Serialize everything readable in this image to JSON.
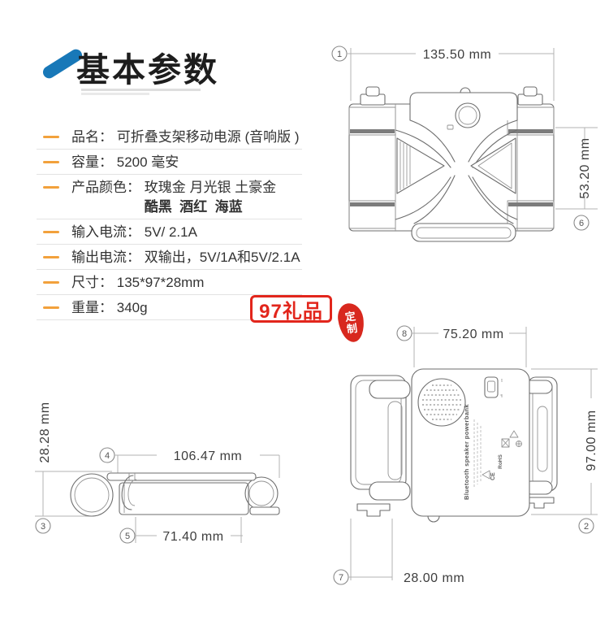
{
  "colors": {
    "accent_blue": "#1878b8",
    "bullet_orange": "#f2a13c",
    "watermark_red": "#e2261c",
    "drawing_gray": "#6e6e6e"
  },
  "header": {
    "title": "基本参数"
  },
  "specs": {
    "rows": [
      {
        "label": "品名： ",
        "value": "可折叠支架移动电源 (音响版 )"
      },
      {
        "label": "容量： ",
        "value": "5200 毫安"
      },
      {
        "label": "产品颜色： ",
        "value": "玫瑰金 月光银 土豪金",
        "value2": "酷黑  酒红  海蓝"
      },
      {
        "label": "输入电流： ",
        "value": "5V/ 2.1A"
      },
      {
        "label": "输出电流： ",
        "value": "双输出，5V/1A和5V/2.1A"
      },
      {
        "label": "尺寸： ",
        "value": "135*97*28mm"
      },
      {
        "label": "重量： ",
        "value": "340g"
      }
    ]
  },
  "watermark": {
    "brand": "97礼品",
    "seal_top": "定",
    "seal_bottom": "制"
  },
  "drawings": {
    "top_view": {
      "marker_width": "1",
      "width_label": "135.50 mm",
      "marker_height": "6",
      "height_label": "53.20 mm"
    },
    "side_view": {
      "marker_height": "3",
      "height_label": "28.28 mm",
      "marker_top_width": "4",
      "top_width_label": "106.47 mm",
      "marker_bottom_width": "5",
      "bottom_width_label": "71.40 mm"
    },
    "back_view": {
      "marker_top_width": "8",
      "top_width_label": "75.20 mm",
      "marker_height": "2",
      "height_label": "97.00 mm",
      "marker_bottom_width": "7",
      "bottom_width_label": "28.00 mm",
      "device_label": "Bluetooth speaker powerbank",
      "cert_ce": "CE",
      "cert_rohs": "RoHS",
      "switch_on": "on",
      "switch_off": "off"
    }
  }
}
